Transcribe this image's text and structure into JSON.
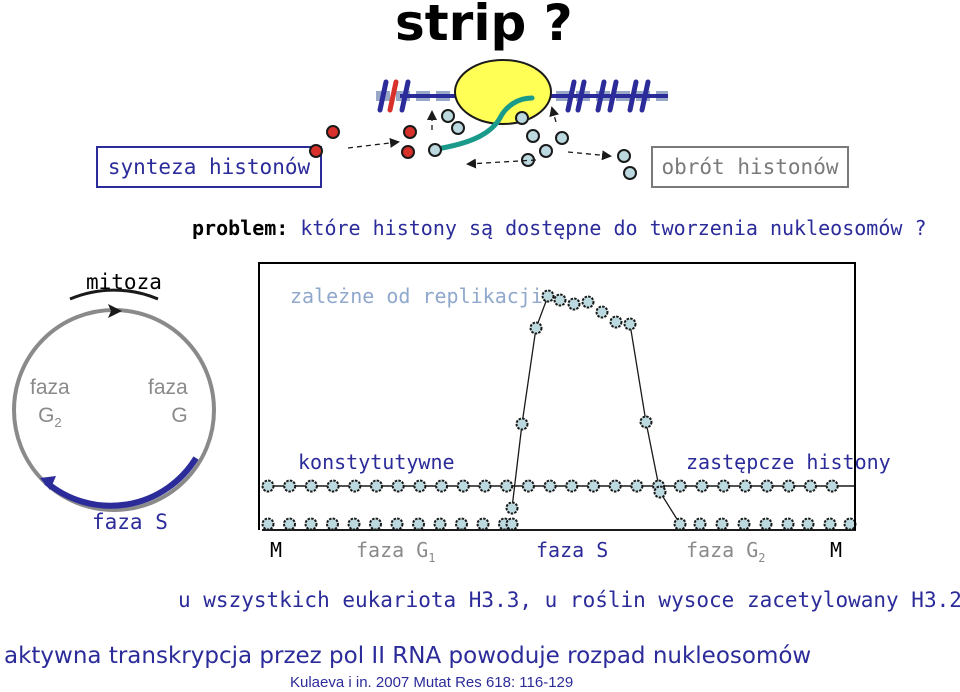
{
  "title": "strip ?",
  "left_box": "synteza histonów",
  "right_box": "obrót histonów",
  "problem_label": "problem:",
  "problem_text": "które histony są dostępne do tworzenia nukleosomów ?",
  "cycle": {
    "top_label": "mitoza",
    "left_label_line1": "faza",
    "left_label_line2": "G",
    "left_label_sub": "2",
    "right_label_line1": "faza",
    "right_label_line2": "G",
    "bottom_label": "faza S"
  },
  "panel": {
    "replication_label": "zależne od replikacji",
    "constitutive_label": "konstytutywne",
    "replacement_label": "zastępcze histony",
    "axis": {
      "m_start": "M",
      "g1": "faza G",
      "g1_sub": "1",
      "s": "faza S",
      "g2": "faza G",
      "g2_sub": "2",
      "m_end": "M"
    }
  },
  "bottom_line1": "u wszystkich eukariota H3.3, u roślin wysoce zacetylowany H3.2",
  "bottom_line2": "aktywna transkrypcja przez pol II RNA powoduje rozpad nukleosomów",
  "citation": "Kulaeva i in. 2007 Mutat Res 618: 116-129",
  "colors": {
    "blue": "#2b2b9a",
    "gray": "#8a8a8a",
    "nucleosome_fill": "#bcd9e0",
    "nucleosome_stroke": "#1a1a1a",
    "red": "#d8302a",
    "teal": "#1a9a8a",
    "yellow": "#ffff55",
    "dna_gray": "#9aa8c8"
  }
}
